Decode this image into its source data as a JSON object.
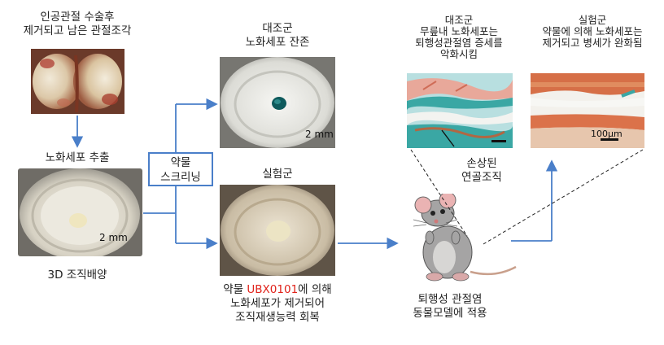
{
  "cartilage_label": [
    "인공관절 수술후",
    "제거되고 남은 관절조각"
  ],
  "senescent_extraction_label": "노화세포 추출",
  "culture_label": "3D 조직배양",
  "screening_box": [
    "약물",
    "스크리닝"
  ],
  "control_dish_label": [
    "대조군",
    "노화세포 잔존"
  ],
  "control_scale": "2 mm",
  "culture_scale": "2 mm",
  "experimental_dish_label": "실험군",
  "drug_result": {
    "prefix": "약물 ",
    "drug_name": "UBX0101",
    "suffix": "에 의해",
    "line2": "노화세포가 제거되어",
    "line3": "조직재생능력 회복"
  },
  "control_histology_label": [
    "대조군",
    "무릎내 노화세포는",
    "퇴행성관절염 증세를",
    "악화시킴"
  ],
  "experimental_histology_label": [
    "실험군",
    "약물에 의해 노화세포는",
    "제거되고 병세가 완화됨"
  ],
  "histology_scale": "100μm",
  "damaged_cartilage_label": [
    "손상된",
    "연골조직"
  ],
  "animal_model_label": [
    "퇴행성 관절염",
    "동물모델에 적용"
  ],
  "colors": {
    "arrow": "#4a7fc9",
    "highlight": "#e0221a",
    "stain_teal": "#3aa7a4",
    "stain_red": "#d0582a"
  }
}
